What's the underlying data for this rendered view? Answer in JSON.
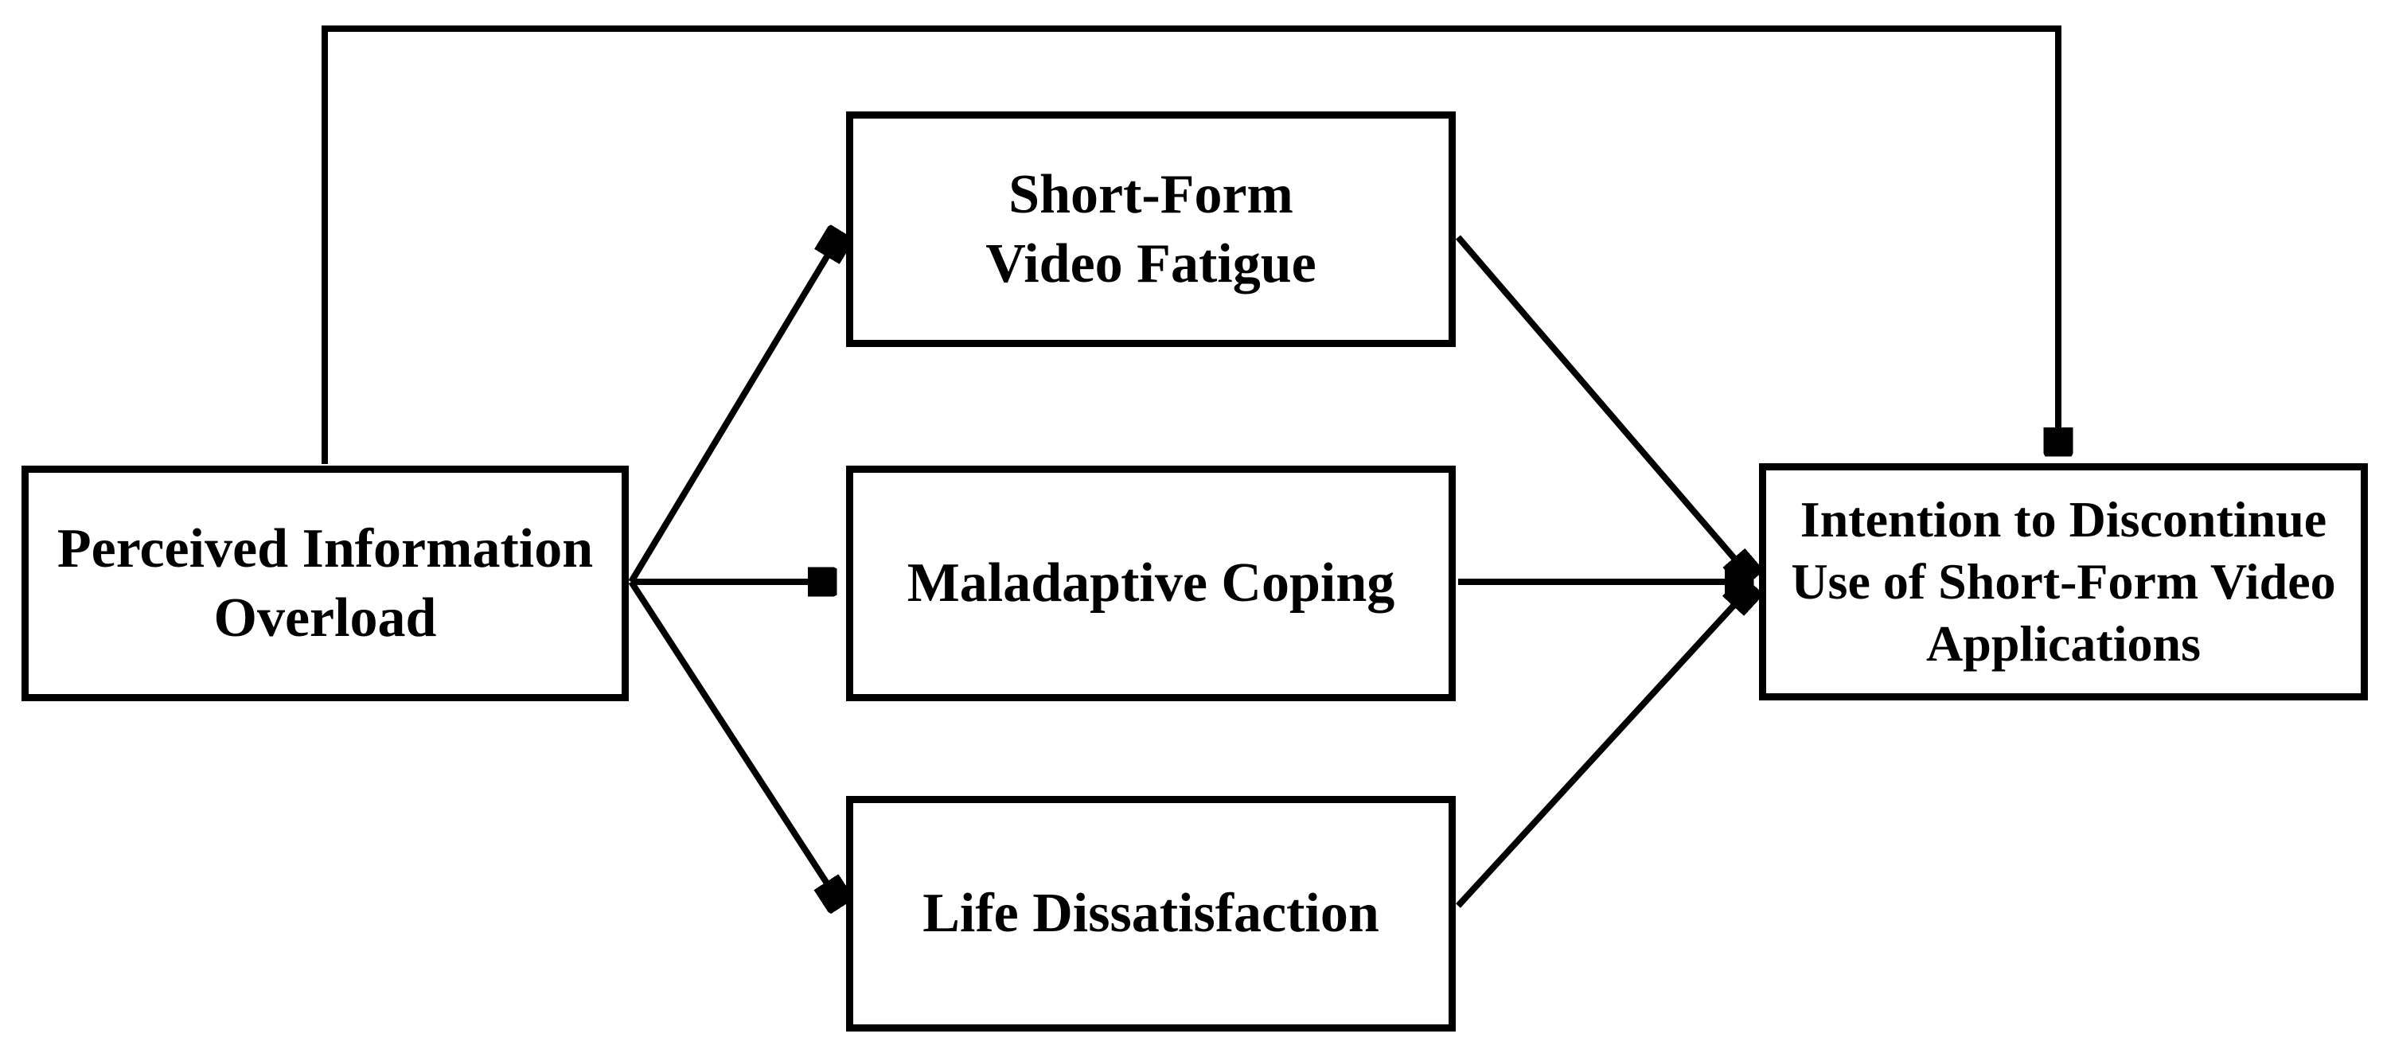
{
  "diagram": {
    "background_color": "#ffffff",
    "line_color": "#000000",
    "box_border_color": "#000000",
    "box_fill_color": "#ffffff",
    "text_color": "#000000",
    "nodes": [
      {
        "id": "perceived-information-overload",
        "lines": [
          "Perceived Information",
          "Overload"
        ]
      },
      {
        "id": "short-form-video-fatigue",
        "lines": [
          "Short-Form",
          "Video Fatigue"
        ]
      },
      {
        "id": "maladaptive-coping",
        "lines": [
          "Maladaptive Coping"
        ]
      },
      {
        "id": "life-dissatisfaction",
        "lines": [
          "Life Dissatisfaction"
        ]
      },
      {
        "id": "intention-to-discontinue-use",
        "lines": [
          "Intention to Discontinue",
          "Use of Short-Form Video",
          "Applications"
        ]
      }
    ],
    "edges": [
      {
        "from": "perceived-information-overload",
        "to": "intention-to-discontinue-use",
        "route": "direct-top"
      },
      {
        "from": "perceived-information-overload",
        "to": "short-form-video-fatigue",
        "route": "diagonal"
      },
      {
        "from": "perceived-information-overload",
        "to": "maladaptive-coping",
        "route": "horizontal"
      },
      {
        "from": "perceived-information-overload",
        "to": "life-dissatisfaction",
        "route": "diagonal"
      },
      {
        "from": "short-form-video-fatigue",
        "to": "intention-to-discontinue-use",
        "route": "diagonal"
      },
      {
        "from": "maladaptive-coping",
        "to": "intention-to-discontinue-use",
        "route": "horizontal"
      },
      {
        "from": "life-dissatisfaction",
        "to": "intention-to-discontinue-use",
        "route": "diagonal"
      }
    ]
  }
}
